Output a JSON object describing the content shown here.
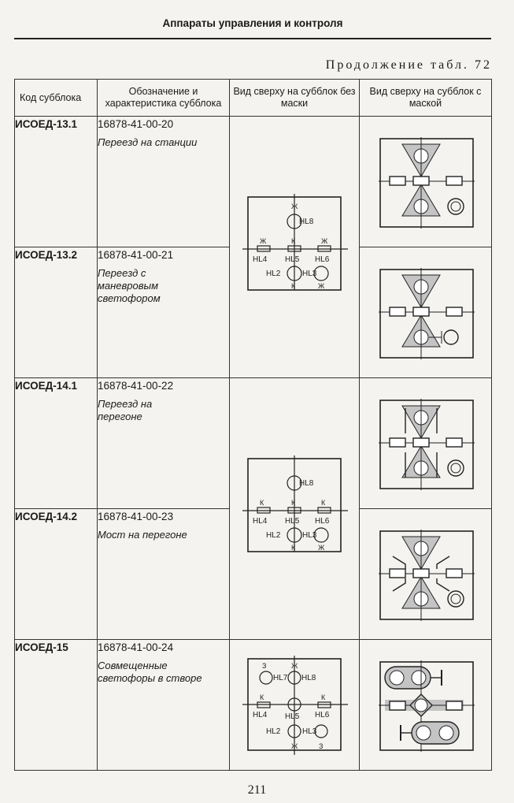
{
  "header": {
    "title": "Аппараты управления и контроля"
  },
  "continuation": "Продолжение табл. 72",
  "table": {
    "columns": [
      "Код субблока",
      "Обозначение и характеристика субблока",
      "Вид сверху на субблок без маски",
      "Вид сверху на субблок с маской"
    ],
    "rows": [
      {
        "code": "ИСОЕД-13.1",
        "number": "16878-41-00-20",
        "description": "Переезд на станции"
      },
      {
        "code": "ИСОЕД-13.2",
        "number": "16878-41-00-21",
        "description": "Переезд с маневровым светофором"
      },
      {
        "code": "ИСОЕД-14.1",
        "number": "16878-41-00-22",
        "description": "Переезд на перегоне"
      },
      {
        "code": "ИСОЕД-14.2",
        "number": "16878-41-00-23",
        "description": "Мост на перегоне"
      },
      {
        "code": "ИСОЕД-15",
        "number": "16878-41-00-24",
        "description": "Совмещенные светофоры в створе"
      }
    ]
  },
  "diagrams": {
    "unmasked_a": {
      "hl8": "HL8",
      "hl4": "HL4",
      "hl5": "HL5",
      "hl6": "HL6",
      "hl2": "HL2",
      "hl3": "HL3",
      "m1": "Ж",
      "m2": "Ж",
      "m3": "К",
      "m4": "Ж",
      "m5": "К",
      "m6": "Ж"
    },
    "unmasked_b": {
      "hl8": "HL8",
      "hl4": "HL4",
      "hl5": "HL5",
      "hl6": "HL6",
      "hl2": "HL2",
      "hl3": "HL3",
      "m1": "К",
      "m2": "К",
      "m3": "К",
      "m4": "К",
      "m5": "Ж"
    },
    "unmasked_c": {
      "hl7": "HL7",
      "hl8": "HL8",
      "hl4": "HL4",
      "hl5": "HL5",
      "hl6": "HL6",
      "hl2": "HL2",
      "hl3": "HL3",
      "m1": "З",
      "m2": "Ж",
      "m3": "К",
      "m4": "К",
      "m5": "Ж",
      "m6": "З"
    }
  },
  "colors": {
    "mask_fill": "#c4c4c4",
    "ink": "#222222"
  },
  "page_number": "211"
}
